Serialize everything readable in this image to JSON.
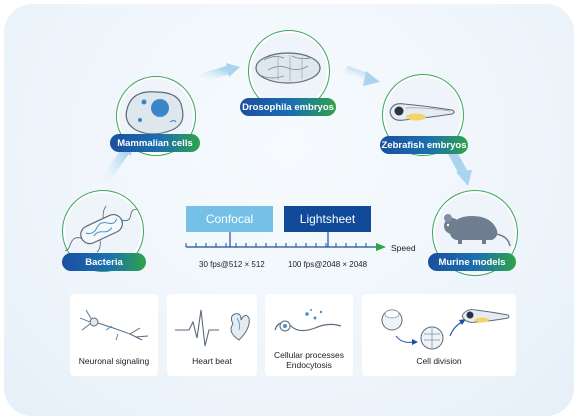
{
  "organisms": [
    {
      "label": "Bacteria",
      "icon": "bacteria-icon"
    },
    {
      "label": "Mammalian cells",
      "icon": "mammalian-cell-icon"
    },
    {
      "label": "Drosophila embryos",
      "icon": "drosophila-embryo-icon"
    },
    {
      "label": "Zebrafish embryos",
      "icon": "zebrafish-embryo-icon"
    },
    {
      "label": "Murine models",
      "icon": "mouse-icon"
    }
  ],
  "modes": {
    "confocal": {
      "label": "Confocal",
      "color": "#74c0e6"
    },
    "lightsheet": {
      "label": "Lightsheet",
      "color": "#124a9a"
    }
  },
  "axis": {
    "speed_label": "Speed",
    "confocal_value": "30 fps@512 × 512",
    "lightsheet_value": "100 fps@2048 × 2048"
  },
  "processes": [
    {
      "label": "Neuronal signaling",
      "icon": "neuron-icon"
    },
    {
      "label": "Heart beat",
      "icon": "heart-ecg-icon"
    },
    {
      "label": "Cellular processes\nEndocytosis",
      "icon": "endocytosis-icon"
    },
    {
      "label": "Cell division",
      "icon": "cell-division-icon"
    }
  ],
  "colors": {
    "navy": "#1b4fa0",
    "green": "#2fa34a",
    "light_blue": "#74c0e6",
    "arrow_blue": "#a9d3ee"
  }
}
